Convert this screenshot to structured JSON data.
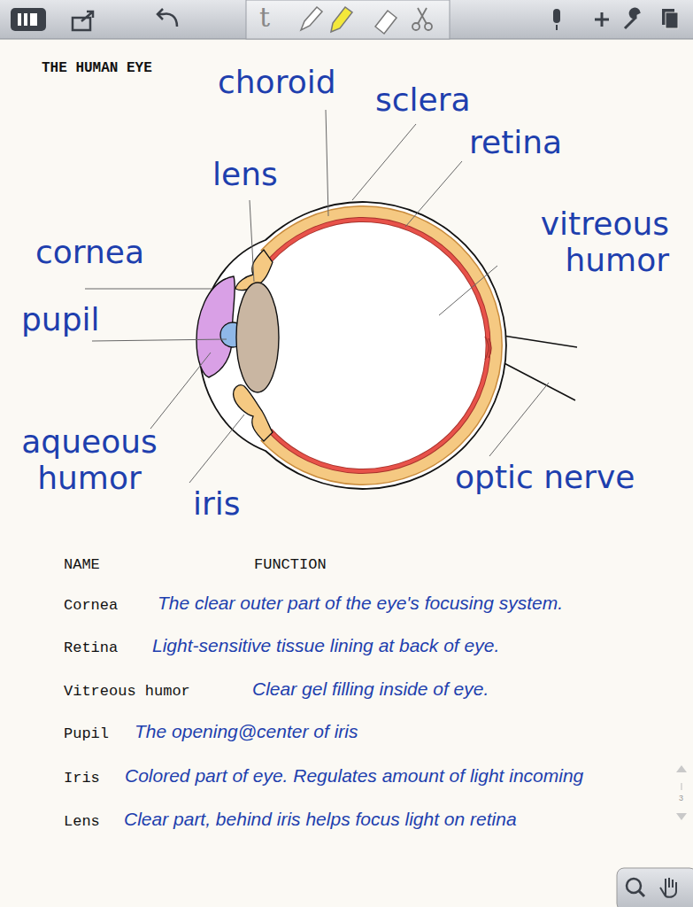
{
  "diagram": {
    "title": "THE HUMAN EYE",
    "labels": [
      "choroid",
      "sclera",
      "lens",
      "retina",
      "vitreous humor",
      "cornea",
      "pupil",
      "aqueous humor",
      "iris",
      "optic nerve",
      "NAME",
      "FUNCTION",
      "Cornea",
      "The clear outer part of the eye's focusing system.",
      "Retina",
      "Light-sensitive tissue lining at back of eye.",
      "Vitreous humor",
      "Clear gel filling inside of eye.",
      "Pupil",
      "The opening@center of iris",
      "Iris",
      "Colored part of eye. Regulates amount of light incoming",
      "Lens",
      "Clear part, behind iris helps focus light on retina",
      "t",
      "3"
    ]
  }
}
